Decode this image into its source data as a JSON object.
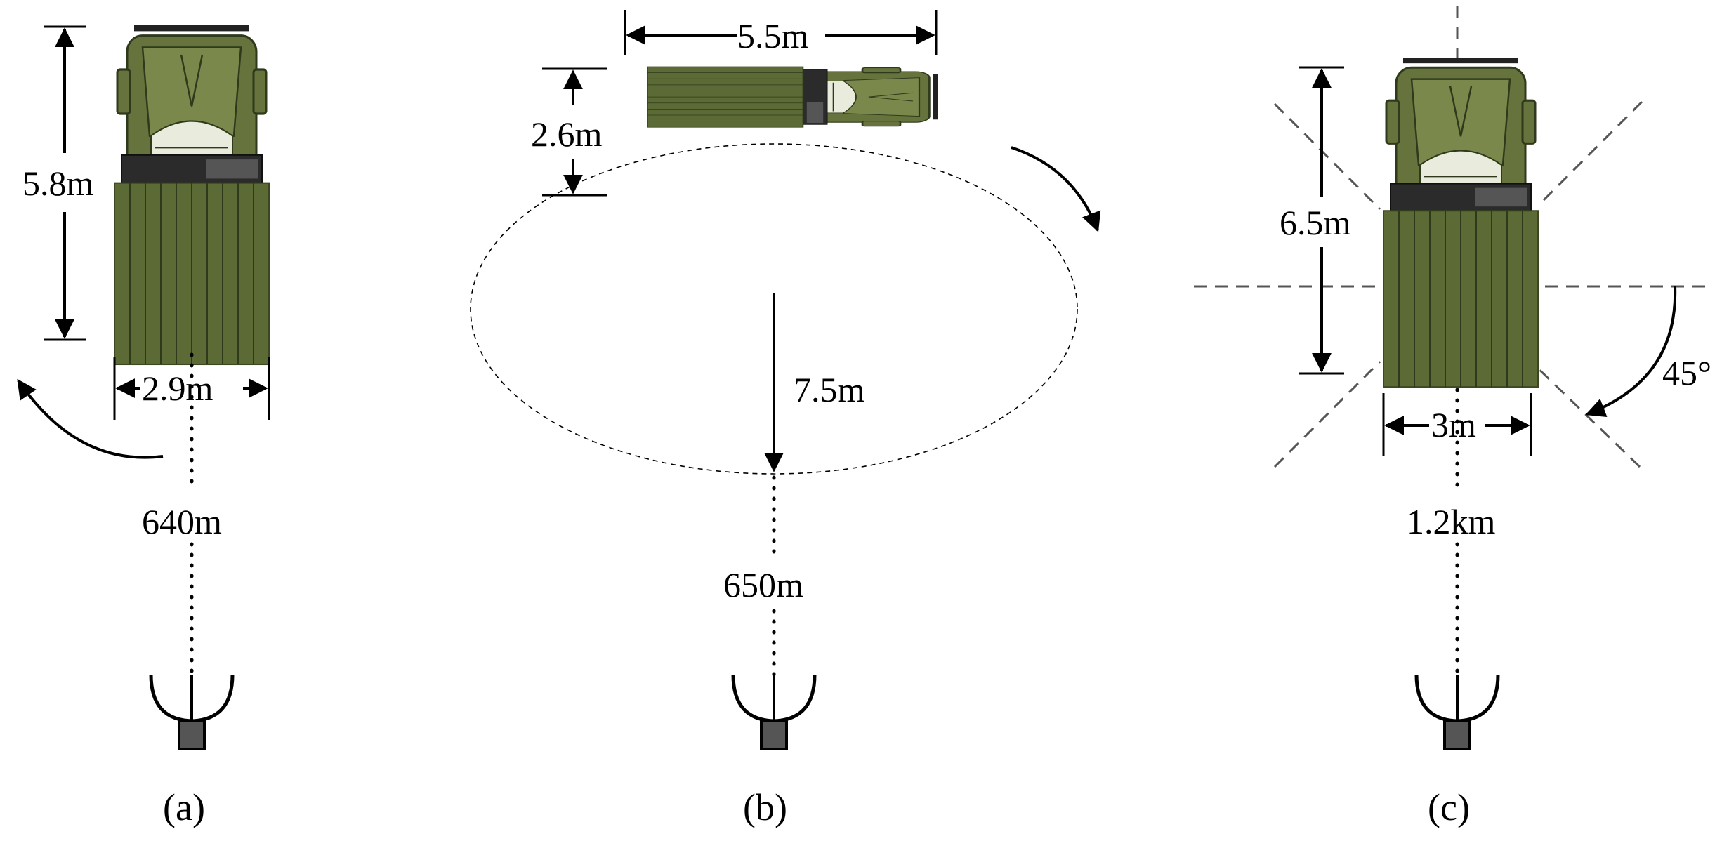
{
  "panels": [
    {
      "caption": "(a)",
      "length_label": "5.8m",
      "width_label": "2.9m",
      "distance_label": "640m"
    },
    {
      "caption": "(b)",
      "length_label": "5.5m",
      "width_label": "2.6m",
      "radius_label": "7.5m",
      "distance_label": "650m"
    },
    {
      "caption": "(c)",
      "length_label": "6.5m",
      "width_label": "3m",
      "distance_label": "1.2km",
      "angle_label": "45°"
    }
  ],
  "colors": {
    "truck_bed": "#5c6b35",
    "truck_cab": "#66733d",
    "radar_base": "#555555"
  },
  "icons": [
    "military-truck-icon",
    "radar-dish-icon",
    "rotation-arrow-icon"
  ]
}
